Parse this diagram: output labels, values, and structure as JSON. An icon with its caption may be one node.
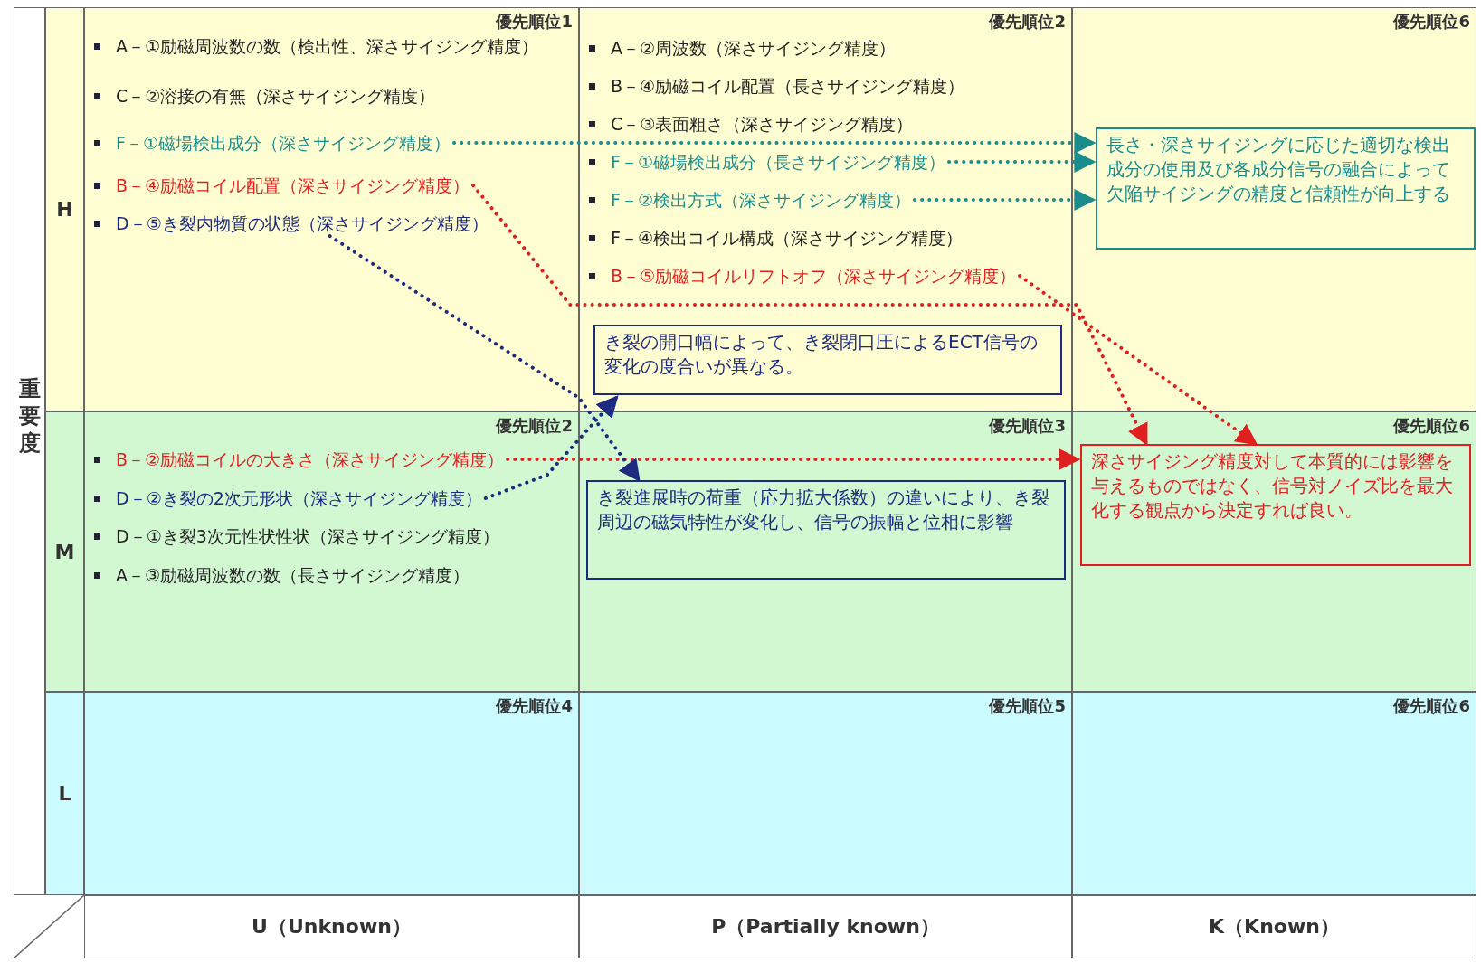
{
  "diagram": {
    "nodes": [
      {
        "text": [
          "優先順位1"
        ]
      },
      {
        "text": [
          "A－①励磁周波数の数（検出性、深さサイジング精度）"
        ],
        "in": 0
      },
      {
        "text": [
          "C－②溶接の有無（深さサイジング精度）"
        ],
        "in": 0
      },
      {
        "text": [
          "F－①磁場検出成分（深さサイジング精度）"
        ],
        "in": 0
      },
      {
        "text": [
          "B－④励磁コイル配置（深さサイジング精度）"
        ],
        "in": 0
      },
      {
        "text": [
          "D－⑤き裂内物質の状態（深さサイジング精度）"
        ],
        "in": 0
      },
      {
        "text": [
          "優先順位2"
        ]
      },
      {
        "text": [
          "A－②周波数（深さサイジング精度）"
        ],
        "in": 6
      },
      {
        "text": [
          "B－④励磁コイル配置（長さサイジング精度）"
        ],
        "in": 6
      },
      {
        "text": [
          "C－③表面粗さ（深さサイジング精度）"
        ],
        "in": 6
      },
      {
        "text": [
          "F－①磁場検出成分（長さサイジング精度）"
        ],
        "in": 6
      },
      {
        "text": [
          "F－②検出方式（深さサイジング精度）"
        ],
        "in": 6
      },
      {
        "text": [
          "F－④検出コイル構成（深さサイジング精度）"
        ],
        "in": 6
      },
      {
        "text": [
          "B－⑤励磁コイルリフトオフ（深さサイジング精度）"
        ],
        "in": 6
      },
      {
        "text": [
          "き裂の開口幅によって、き裂閉口圧によるECT信号の変化の度合いが異なる。"
        ],
        "in": 6
      },
      {
        "text": [
          "優先順位6"
        ]
      },
      {
        "text": [
          "長さ・深さサイジングに応じた適切な検出成分の使用及び各成分信号の融合によって欠陥サイジングの精度と信頼性が向上する"
        ],
        "in": 15
      },
      {
        "text": [
          "優先順位2"
        ]
      },
      {
        "text": [
          "B－②励磁コイルの大きさ（深さサイジング精度）"
        ],
        "in": 17
      },
      {
        "text": [
          "D－②き裂の2次元形状（深さサイジング精度）"
        ],
        "in": 17
      },
      {
        "text": [
          "D－①き裂3次元性状性状（深さサイジング精度）"
        ],
        "in": 17
      },
      {
        "text": [
          "A－③励磁周波数の数（長さサイジング精度）"
        ],
        "in": 17
      },
      {
        "text": [
          "優先順位3"
        ]
      },
      {
        "text": [
          "き裂進展時の荷重（応力拡大係数）の違いにより、き裂周辺の磁気特性が変化し、信号の振幅と位相に影響"
        ],
        "in": 22
      },
      {
        "text": [
          "優先順位6"
        ]
      },
      {
        "text": [
          "深さサイジング精度対して本質的には影響を与えるものではなく、信号対ノイズ比を最大化する観点から決定すれば良い。"
        ],
        "in": 24
      },
      {
        "text": [
          "優先順位4"
        ]
      },
      {
        "text": [
          "優先順位5"
        ]
      },
      {
        "text": [
          "優先順位6"
        ]
      }
    ],
    "edges": [
      {
        "from": 3,
        "to": 16,
        "arrow": "to",
        "style": "dashed",
        "color": "#1a8c8c"
      },
      {
        "from": 10,
        "to": 16,
        "arrow": "to",
        "style": "dashed",
        "color": "#1a8c8c"
      },
      {
        "from": 11,
        "to": 16,
        "arrow": "to",
        "style": "dashed",
        "color": "#1a8c8c"
      },
      {
        "from": 4,
        "to": 25,
        "arrow": "to",
        "style": "dashed",
        "color": "#e02020"
      },
      {
        "from": 13,
        "to": 25,
        "arrow": "to",
        "style": "dashed",
        "color": "#e02020"
      },
      {
        "from": 18,
        "to": 25,
        "arrow": "to",
        "style": "dashed",
        "color": "#e02020"
      },
      {
        "from": 5,
        "to": 23,
        "arrow": "to",
        "style": "dashed",
        "color": "#1c2a80"
      },
      {
        "from": 19,
        "to": 14,
        "arrow": "to",
        "style": "dashed",
        "color": "#1c2a80"
      }
    ],
    "labels": [
      "重要度",
      "H",
      "M",
      "L",
      "U（Unknown）",
      "P（Partially known）",
      "K（Known）"
    ]
  }
}
